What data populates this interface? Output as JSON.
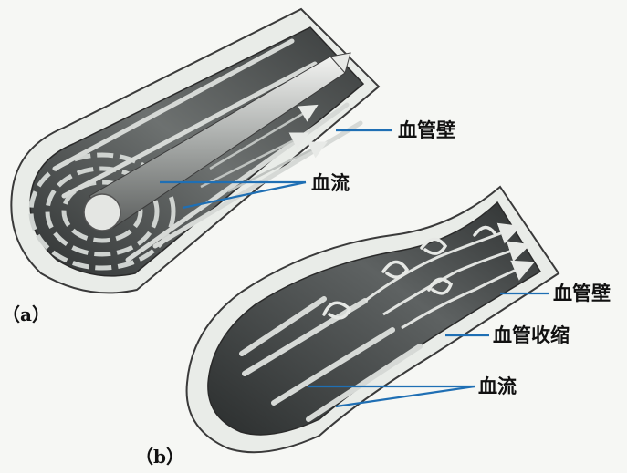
{
  "panel_a": {
    "panel_label": "（a）",
    "wall_label": "血管壁",
    "flow_label": "血流"
  },
  "panel_b": {
    "panel_label": "（b）",
    "wall_label": "血管壁",
    "constriction_label": "血管收缩",
    "flow_label": "血流"
  },
  "colors": {
    "leader": "#1f6fb4",
    "wall_outer": "#e9ece8",
    "lumen_dark": "#4a4d4d",
    "stream_light": "#d6d9d6"
  }
}
